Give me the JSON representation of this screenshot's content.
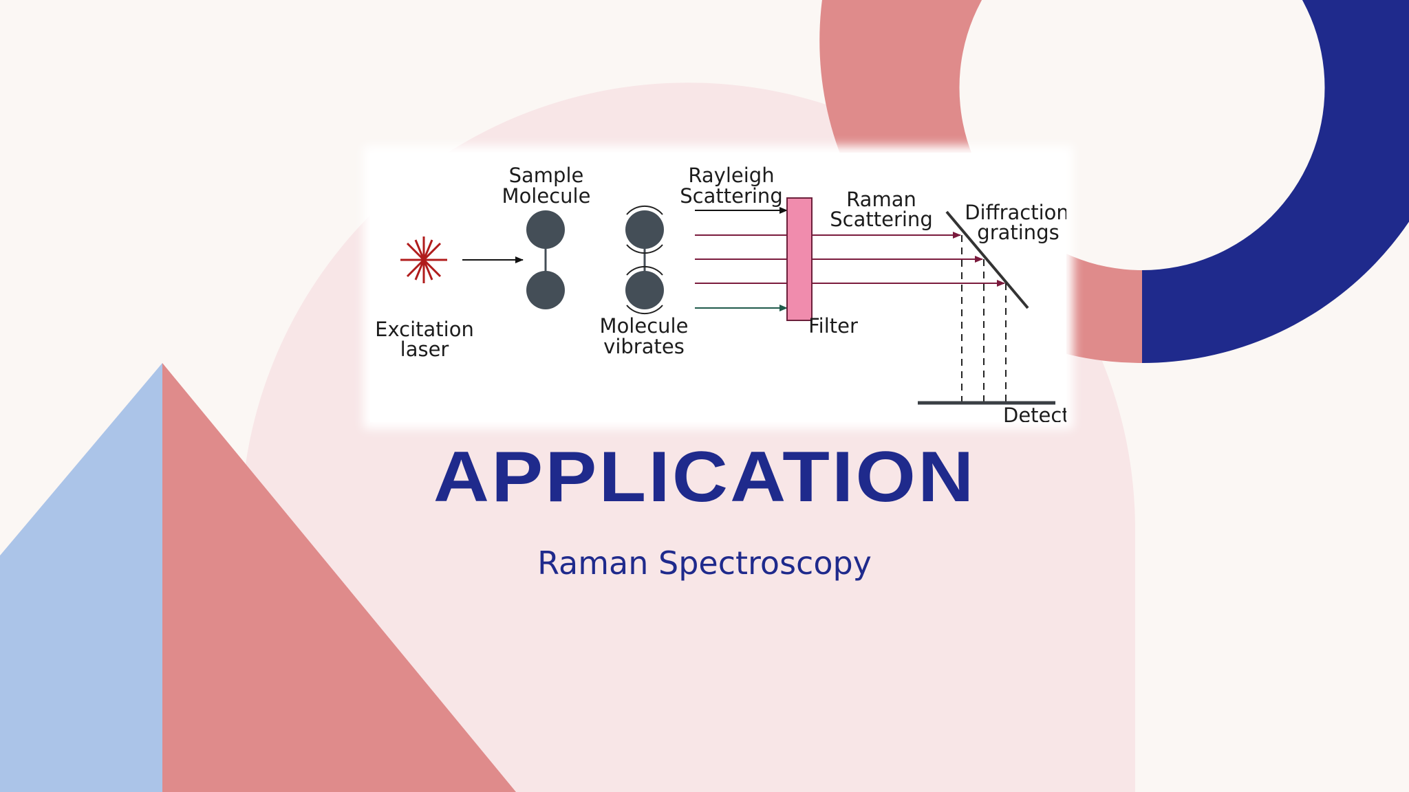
{
  "slide": {
    "title": "APPLICATION",
    "subtitle": "Raman Spectroscopy"
  },
  "diagram": {
    "labels": {
      "sample_molecule_line1": "Sample",
      "sample_molecule_line2": "Molecule",
      "excitation_line1": "Excitation",
      "excitation_line2": "laser",
      "vibrates_line1": "Molecule",
      "vibrates_line2": "vibrates",
      "rayleigh_line1": "Rayleigh",
      "rayleigh_line2": "Scattering",
      "raman_line1": "Raman",
      "raman_line2": "Scattering",
      "diffraction_line1": "Diffraction",
      "diffraction_line2": "gratings",
      "filter": "Filter",
      "detector": "Detect"
    }
  },
  "colors": {
    "title": "#1f2a8c",
    "navy_ring": "#1f2a8c",
    "coral": "#df8b8b",
    "light_blue": "#abc4e8",
    "pink_arch": "#f8e6e7",
    "filter_pink": "#f08cad",
    "molecule": "#444e57"
  }
}
